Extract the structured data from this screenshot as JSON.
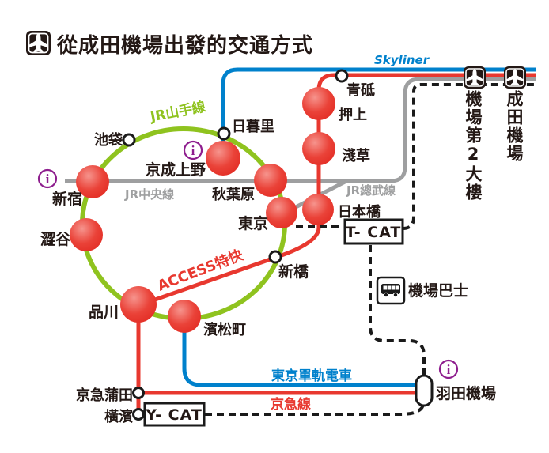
{
  "title": "從成田機場出發的交通方式",
  "lines": {
    "skyliner": {
      "label": "Skyliner",
      "color": "#0081CC"
    },
    "yamanote": {
      "label": "JR山手線",
      "color": "#8FC31F"
    },
    "chuo": {
      "label": "JR中央線",
      "color": "#9E9FA0"
    },
    "sobu": {
      "label": "JR總武線",
      "color": "#9E9FA0"
    },
    "access": {
      "label": "ACCESS特快",
      "color": "#E8382F"
    },
    "monorail": {
      "label": "東京單軌電車",
      "color": "#0081CC"
    },
    "keikyu": {
      "label": "京急線",
      "color": "#E8382F"
    }
  },
  "stations": {
    "ikebukuro": "池袋",
    "nippori": "日暮里",
    "keisei_ueno": "京成上野",
    "shinjuku": "新宿",
    "shibuya": "澀谷",
    "akihabara": "秋葉原",
    "tokyo": "東京",
    "shimbashi": "新橋",
    "shinagawa": "品川",
    "hamamatsucho": "濱松町",
    "nihombashi": "日本橋",
    "asakusa": "淺草",
    "oshiage": "押上",
    "aoto": "青砥",
    "keikyu_kamata": "京急蒲田",
    "yokohama": "橫濱"
  },
  "facilities": {
    "narita_terminal2": "機場第2大樓",
    "narita_airport": "成田機場",
    "haneda_airport": "羽田機場",
    "tcat": "T- CAT",
    "ycat": "Y- CAT",
    "airport_bus": "機場巴士"
  }
}
